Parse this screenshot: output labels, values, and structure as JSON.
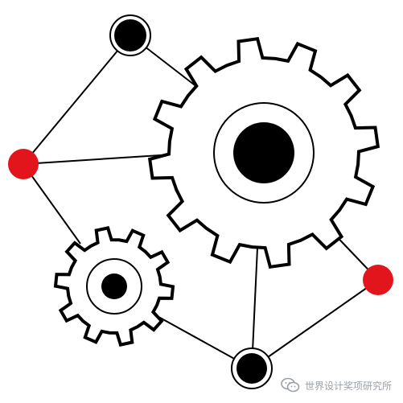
{
  "colors": {
    "stroke": "#000000",
    "accent_node": "#e3151c",
    "background": "#ffffff",
    "watermark": "#9aa0a6"
  },
  "illustration": {
    "nodes": [
      {
        "name": "node-top",
        "fill": "black-ringed"
      },
      {
        "name": "node-left",
        "fill": "red"
      },
      {
        "name": "node-right",
        "fill": "red"
      },
      {
        "name": "node-bottom",
        "fill": "black-ringed"
      }
    ],
    "gears": [
      {
        "name": "large-gear",
        "teeth": 12
      },
      {
        "name": "small-gear",
        "teeth": 10
      }
    ]
  },
  "watermark": {
    "icon": "wechat-icon",
    "text": "世界设计奖项研究所"
  }
}
